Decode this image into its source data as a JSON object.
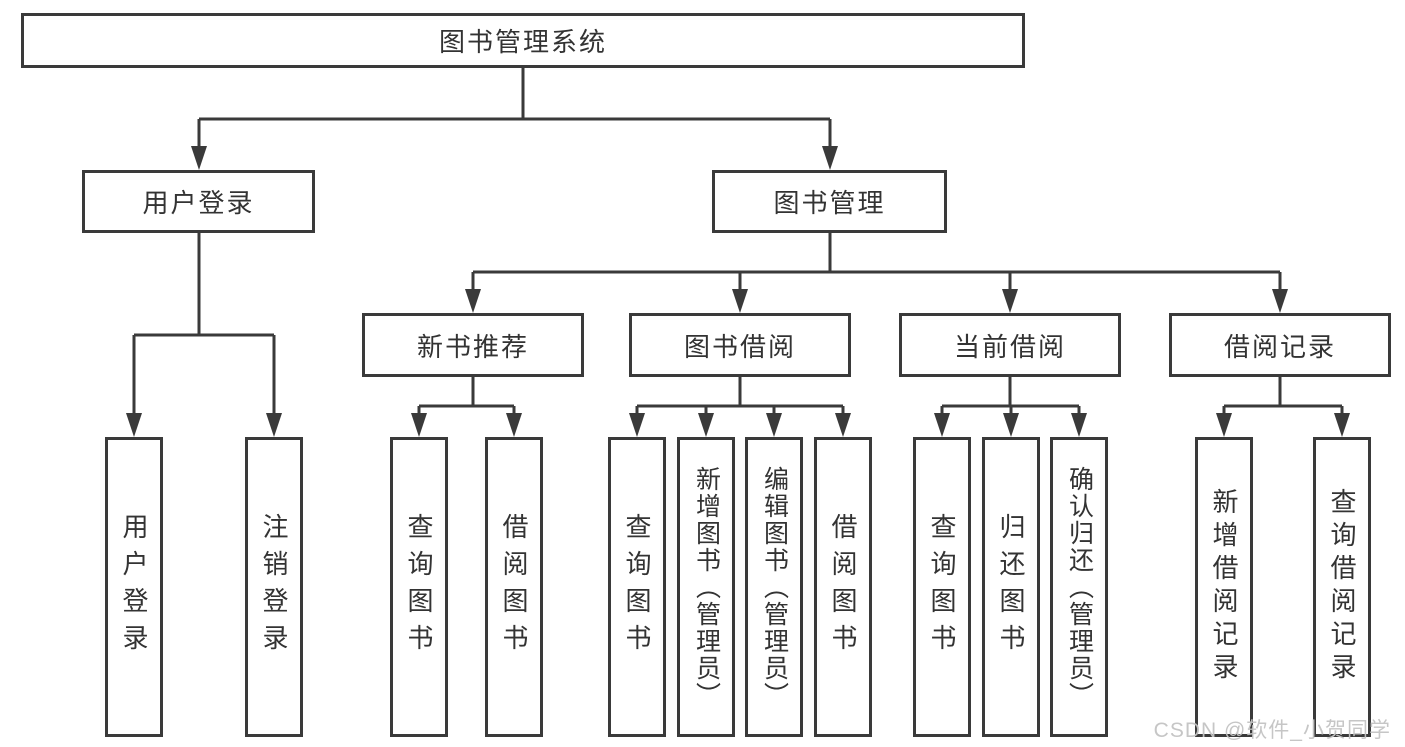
{
  "diagram": {
    "title": "图书管理系统",
    "tree": {
      "root": {
        "label": "图书管理系统"
      },
      "branches": [
        {
          "label": "用户登录",
          "leaves": [
            "用户登录",
            "注销登录"
          ]
        },
        {
          "label": "图书管理",
          "groups": [
            {
              "label": "新书推荐",
              "leaves": [
                "查询图书",
                "借阅图书"
              ]
            },
            {
              "label": "图书借阅",
              "leaves": [
                "查询图书",
                "新增图书（管理员）",
                "编辑图书（管理员）",
                "借阅图书"
              ]
            },
            {
              "label": "当前借阅",
              "leaves": [
                "查询图书",
                "归还图书",
                "确认归还（管理员）"
              ]
            },
            {
              "label": "借阅记录",
              "leaves": [
                "新增借阅记录",
                "查询借阅记录"
              ]
            }
          ]
        }
      ]
    },
    "colors": {
      "line": "#3a3a3a",
      "text": "#333333",
      "background": "#ffffff",
      "watermark": "#c3c3c3"
    }
  },
  "watermark": {
    "text": "CSDN @软件_小贺同学"
  }
}
